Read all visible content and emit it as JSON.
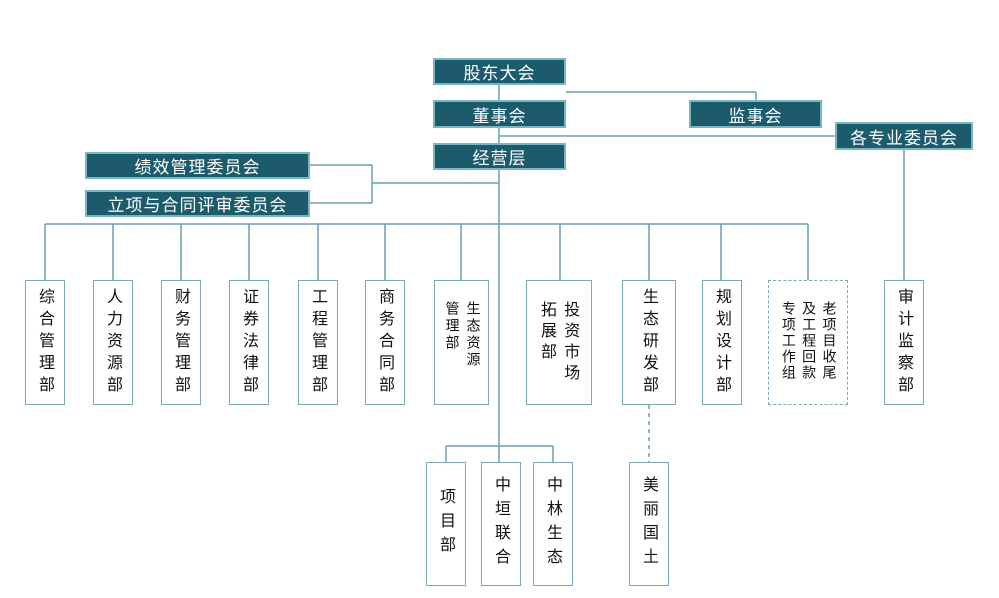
{
  "governance": {
    "shareholders": "股东大会",
    "board": "董事会",
    "supervisors": "监事会",
    "committees": "各专业委员会",
    "management": "经营层"
  },
  "side_committees": {
    "performance": "绩效管理委员会",
    "contract_review": "立项与合同评审委员会"
  },
  "departments": [
    {
      "label": "综合管理部"
    },
    {
      "label": "人力资源部"
    },
    {
      "label": "财务管理部"
    },
    {
      "label": "证券法律部"
    },
    {
      "label": "工程管理部"
    },
    {
      "label": "商务合同部"
    },
    {
      "label": "生态资源管理部"
    },
    {
      "label": "投资市场拓展部"
    },
    {
      "label": "生态研发部"
    },
    {
      "label": "规划设计部"
    },
    {
      "label": "老项目收尾及工程回款专项工作组"
    }
  ],
  "audit": {
    "label": "审计监察部"
  },
  "sub_units": [
    {
      "label": "项目部"
    },
    {
      "label": "中垣联合"
    },
    {
      "label": "中林生态"
    }
  ],
  "rd_sub": {
    "label": "美丽国土"
  },
  "colors": {
    "box_fill": "#1c5b6c",
    "box_border": "#7ab5c4",
    "line": "#6b9fae"
  }
}
